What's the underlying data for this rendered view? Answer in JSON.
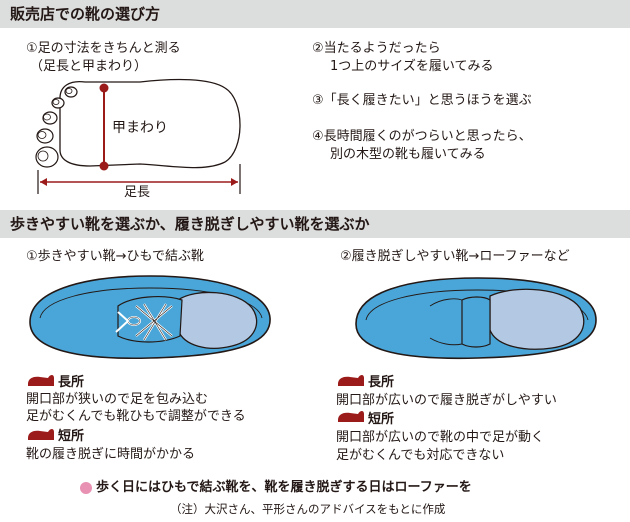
{
  "section1": {
    "title": "販売店での靴の選び方",
    "tips": [
      "①足の寸法をきちんと測る",
      "（足長と甲まわり）",
      "②当たるようだったら",
      "1つ上のサイズを履いてみる",
      "③「長く履きたい」と思うほうを選ぶ",
      "④長時間履くのがつらいと思ったら、",
      "別の木型の靴も履いてみる"
    ],
    "foot_labels": {
      "instep": "甲まわり",
      "length": "足長"
    }
  },
  "section2": {
    "title": "歩きやすい靴を選ぶか、履き脱ぎしやすい靴を選ぶか",
    "left": {
      "heading": "①歩きやすい靴→ひもで結ぶ靴",
      "pros_label": "長所",
      "pros": [
        "開口部が狭いので足を包み込む",
        "足がむくんでも靴ひもで調整ができる"
      ],
      "cons_label": "短所",
      "cons": [
        "靴の履き脱ぎに時間がかかる"
      ]
    },
    "right": {
      "heading": "②履き脱ぎしやすい靴→ローファーなど",
      "pros_label": "長所",
      "pros": [
        "開口部が広いので履き脱ぎがしやすい"
      ],
      "cons_label": "短所",
      "cons": [
        "開口部が広いので靴の中で足が動く",
        "足がむくんでも対応できない"
      ]
    }
  },
  "footer": {
    "message": "歩く日にはひもで結ぶ靴を、靴を履き脱ぎする日はローファーを",
    "note": "（注）大沢さん、平形さんのアドバイスをもとに作成"
  },
  "colors": {
    "shoe_blue": "#4aa6d8",
    "shoe_inner": "#b3c9e3",
    "accent_red": "#9b1b1b",
    "band_gray": "#dcdddd",
    "bullet_pink": "#e891b2"
  }
}
